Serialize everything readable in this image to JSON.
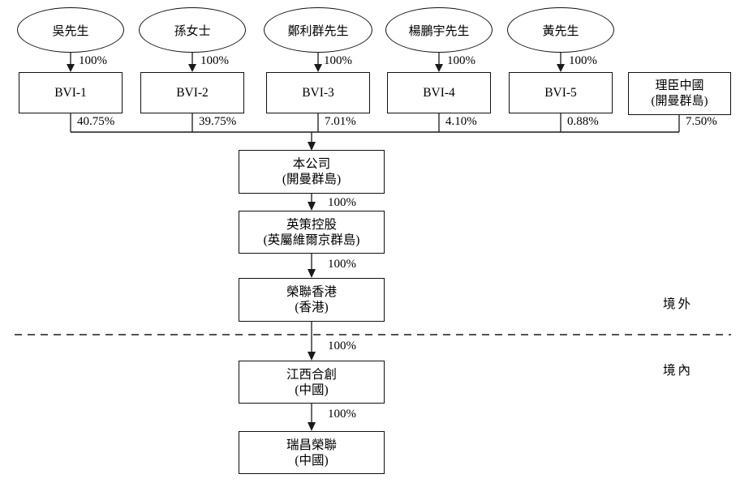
{
  "diagram": {
    "owners": [
      {
        "name": "吳先生",
        "ownership": "100%",
        "company": "BVI-1",
        "stake": "40.75%"
      },
      {
        "name": "孫女士",
        "ownership": "100%",
        "company": "BVI-2",
        "stake": "39.75%"
      },
      {
        "name": "鄭利群先生",
        "ownership": "100%",
        "company": "BVI-3",
        "stake": "7.01%"
      },
      {
        "name": "楊鵬宇先生",
        "ownership": "100%",
        "company": "BVI-4",
        "stake": "4.10%"
      },
      {
        "name": "黃先生",
        "ownership": "100%",
        "company": "BVI-5",
        "stake": "0.88%"
      }
    ],
    "other_shareholder": {
      "name": "理臣中國",
      "location": "(開曼群島)",
      "stake": "7.50%"
    },
    "chain": [
      {
        "name": "本公司",
        "location": "(開曼群島)",
        "ownership_below": "100%"
      },
      {
        "name": "英策控股",
        "location": "(英屬維爾京群島)",
        "ownership_below": "100%"
      },
      {
        "name": "榮聯香港",
        "location": "(香港)",
        "ownership_below": "100%"
      },
      {
        "name": "江西合創",
        "location": "(中國)",
        "ownership_below": "100%"
      },
      {
        "name": "瑞昌榮聯",
        "location": "(中國)"
      }
    ],
    "regions": {
      "offshore": "境外",
      "onshore": "境內"
    },
    "line_color": "#1a1a1a"
  }
}
